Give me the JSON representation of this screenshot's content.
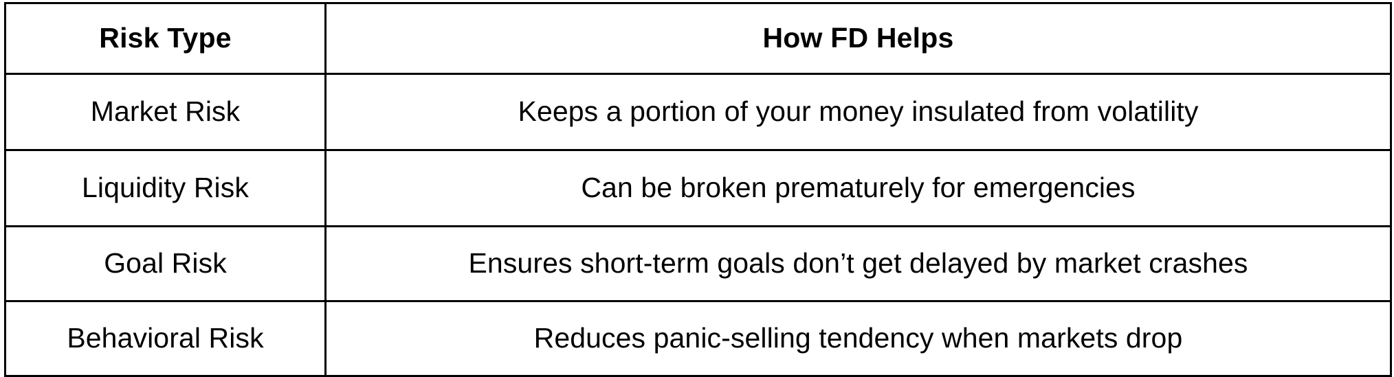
{
  "table": {
    "columns": [
      {
        "key": "risk_type",
        "header": "Risk Type"
      },
      {
        "key": "how_fd_helps",
        "header": "How FD Helps"
      }
    ],
    "rows": [
      {
        "risk_type": "Market Risk",
        "how_fd_helps": "Keeps a portion of your money insulated from volatility"
      },
      {
        "risk_type": "Liquidity Risk",
        "how_fd_helps": "Can be broken prematurely for emergencies"
      },
      {
        "risk_type": "Goal Risk",
        "how_fd_helps": "Ensures short-term goals don’t get delayed by market crashes"
      },
      {
        "risk_type": "Behavioral Risk",
        "how_fd_helps": "Reduces panic-selling tendency when markets drop"
      }
    ]
  },
  "style": {
    "border_color": "#000000",
    "text_color": "#000000",
    "background_color": "#ffffff"
  }
}
